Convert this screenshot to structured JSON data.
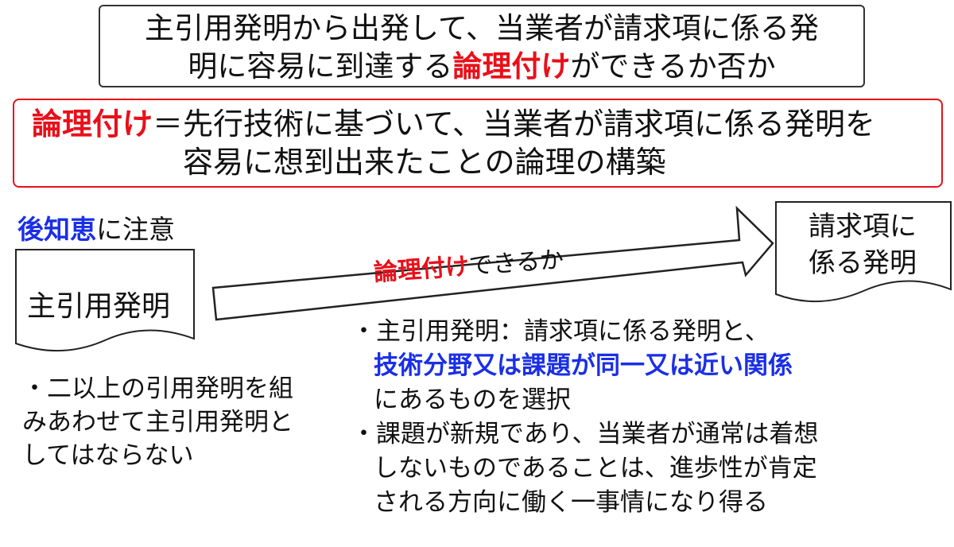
{
  "top_box": {
    "line1": "主引用発明から出発して、当業者が請求項に係る発",
    "line2_pre": "明に容易に到達する",
    "line2_red": "論理付け",
    "line2_post": "ができるか否か"
  },
  "definition": {
    "term": "論理付け",
    "line1_rest": "＝先行技術に基づいて、当業者が請求項に係る発明を",
    "line2": "容易に想到出来たことの論理の構築"
  },
  "caution": {
    "term": "後知恵",
    "rest": "に注意"
  },
  "main_reference": {
    "label": "主引用発明"
  },
  "claimed_invention": {
    "line1": "請求項に",
    "line2": "係る発明"
  },
  "arrow": {
    "label_red": "論理付け",
    "label_rest": "できるか"
  },
  "left_note": {
    "line1": "・二以上の引用発明を組",
    "line2": "みあわせて主引用発明と",
    "line3": "してはならない"
  },
  "right_notes": {
    "b1_line1": "・主引用発明：請求項に係る発明と、",
    "b1_line2_blue": "技術分野又は課題が同一又は近い関係",
    "b1_line3": "にあるものを選択",
    "b2_line1": "・課題が新規であり、当業者が通常は着想",
    "b2_line2": "しないものであることは、進歩性が肯定",
    "b2_line3": "される方向に働く一事情になり得る"
  },
  "colors": {
    "red": "#e8101a",
    "blue": "#1a2fe6",
    "border": "#333333"
  }
}
